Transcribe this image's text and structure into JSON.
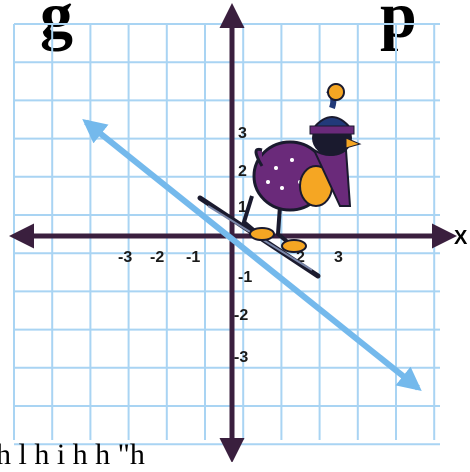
{
  "title": {
    "left_fragment": "g",
    "right_fragment": "p"
  },
  "axes": {
    "x_label": "X",
    "x_ticks": [
      "-3",
      "-2",
      "-1",
      "2",
      "3"
    ],
    "y_ticks": [
      "3",
      "2",
      "1",
      "-1",
      "-2",
      "-3"
    ]
  },
  "line": {
    "color": "#74b9ec"
  },
  "caption_fragment": "h   l   h        i     h           h  \"h",
  "colors": {
    "grid": "#a9d4f3",
    "axis": "#3a1f3e",
    "line": "#74b9ec"
  }
}
